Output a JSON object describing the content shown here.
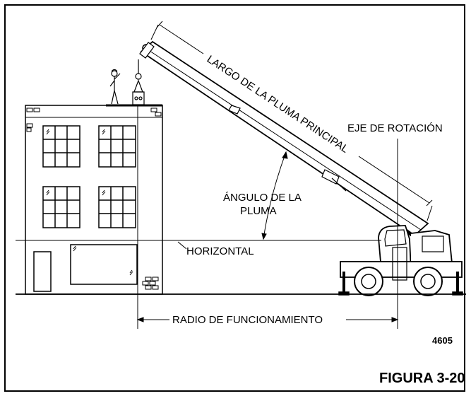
{
  "diagram": {
    "labels": {
      "boom_length": "LARGO DE LA PLUMA PRINCIPAL",
      "rotation_axis": "EJE DE ROTACIÓN",
      "boom_angle_line1": "ÁNGULO DE LA",
      "boom_angle_line2": "PLUMA",
      "horizontal": "HORIZONTAL",
      "operating_radius": "RADIO DE FUNCIONAMIENTO"
    },
    "code": "4605",
    "figure": "FIGURA 3-20"
  },
  "colors": {
    "ink": "#000000",
    "background": "#ffffff"
  }
}
